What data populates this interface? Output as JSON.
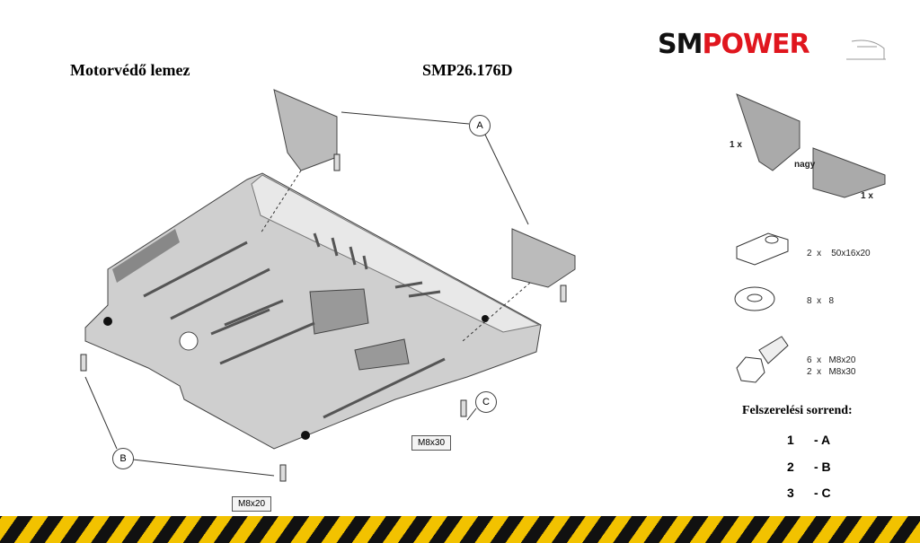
{
  "header": {
    "title": "Motorvédő lemez",
    "code": "SMP26.176D"
  },
  "logo": {
    "part1": "SM",
    "part2": "POWER",
    "color1": "#111111",
    "color2": "#e0161e"
  },
  "callouts": {
    "a": "A",
    "b": "B",
    "c": "C"
  },
  "bolt_labels": {
    "c": "M8x30",
    "b": "M8x20"
  },
  "parts": {
    "bracket_small_qty": "1 x",
    "bracket_large_label": "nagy",
    "bracket_large_qty": "1 x",
    "spacer": "2  x    50x16x20",
    "washer": "8  x   8",
    "bolt1": "6  x   M8x20",
    "bolt2": "2  x   M8x30"
  },
  "sequence": {
    "title": "Felszerelési sorrend:",
    "steps": [
      {
        "n": "1",
        "v": "- A"
      },
      {
        "n": "2",
        "v": "- B"
      },
      {
        "n": "3",
        "v": "- C"
      }
    ]
  }
}
